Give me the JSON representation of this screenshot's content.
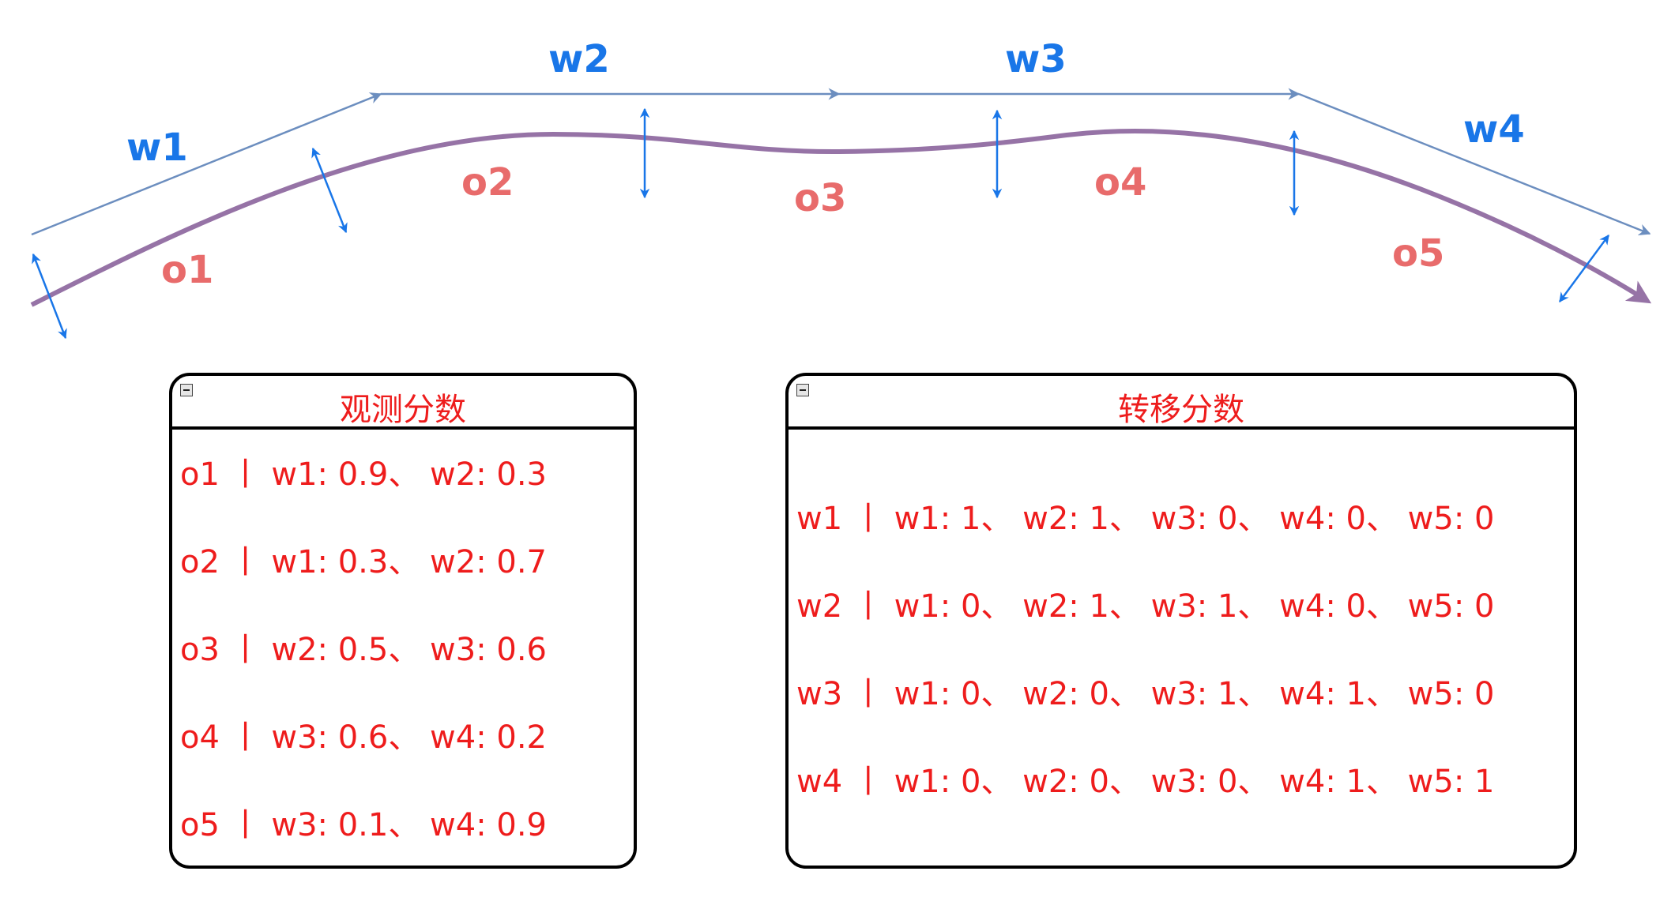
{
  "segments": [
    "w1",
    "w2",
    "w3",
    "w4"
  ],
  "observations": [
    "o1",
    "o2",
    "o3",
    "o4",
    "o5"
  ],
  "colors": {
    "segment_line": "#6c8ebf",
    "segment_label": "#1976e8",
    "trajectory": "#9673a6",
    "observation_label": "#e86b6b",
    "error_arrow": "#1976e8",
    "box_text": "#ee1c1c"
  },
  "observation_box": {
    "title": "观测分数",
    "lines": [
      "o1 丨 w1: 0.9、 w2: 0.3",
      "o2 丨 w1: 0.3、 w2: 0.7",
      "o3 丨 w2: 0.5、 w3: 0.6",
      "o4 丨 w3: 0.6、 w4: 0.2",
      "o5 丨 w3: 0.1、 w4: 0.9"
    ]
  },
  "transition_box": {
    "title": "转移分数",
    "lines": [
      "w1 丨 w1: 1、 w2: 1、 w3: 0、 w4: 0、 w5: 0",
      "w2 丨 w1: 0、 w2: 1、 w3: 1、 w4: 0、 w5: 0",
      "w3 丨 w1: 0、 w2: 0、 w3: 1、 w4: 1、 w5: 0",
      "w4 丨 w1: 0、 w2: 0、 w3: 0、 w4: 1、 w5: 1"
    ]
  }
}
